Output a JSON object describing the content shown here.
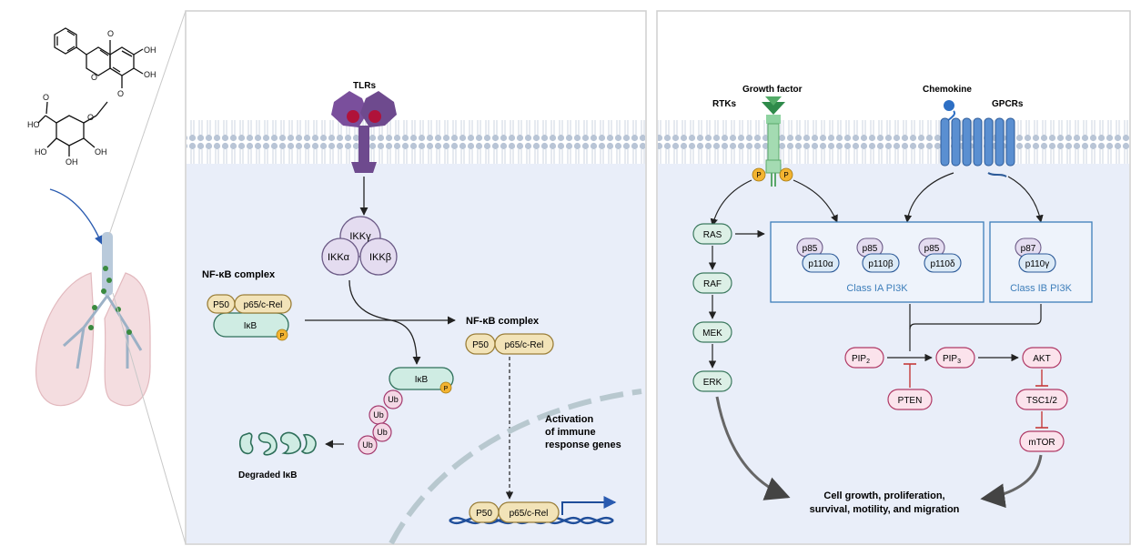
{
  "compound": {
    "atom_labels": [
      "O",
      "O",
      "OH",
      "OH",
      "O",
      "O",
      "HO",
      "O",
      "HO",
      "OH",
      "OH"
    ]
  },
  "nfkb_panel": {
    "tlrs": "TLRs",
    "ikk_gamma": "IKKγ",
    "ikk_alpha": "IKKα",
    "ikk_beta": "IKKβ",
    "complex_title": "NF-κB complex",
    "p50": "P50",
    "p65": "p65/c-Rel",
    "ikb": "IκB",
    "phospho": "P",
    "released_title": "NF-κB complex",
    "ub": "Ub",
    "degraded": "Degraded IκB",
    "activation_line1": "Activation",
    "activation_line2": "of immune",
    "activation_line3": "response genes"
  },
  "pi3k_panel": {
    "growth_factor": "Growth factor",
    "rtks": "RTKs",
    "chemokine": "Chemokine",
    "gpcrs": "GPCRs",
    "phospho": "P",
    "ras": "RAS",
    "raf": "RAF",
    "mek": "MEK",
    "erk": "ERK",
    "p85": "p85",
    "p110a": "p110α",
    "p110b": "p110β",
    "p110d": "p110δ",
    "class_ia": "Class IA PI3K",
    "p87": "p87",
    "p110g": "p110γ",
    "class_ib": "Class IB PI3K",
    "pip2_main": "PIP",
    "pip2_sub": "2",
    "pip3_main": "PIP",
    "pip3_sub": "3",
    "pten": "PTEN",
    "akt": "AKT",
    "tsc": "TSC1/2",
    "mtor": "mTOR",
    "outcome_line1": "Cell growth, proliferation,",
    "outcome_line2": "survival, motility, and migration"
  },
  "colors": {
    "cytoplasm": "#e9eef9",
    "membrane_head": "#b8c4d6",
    "tlr": "#6e4a8e",
    "tlr_core": "#b0123a",
    "ikk_fill": "#e4dcf0",
    "ikk_stroke": "#6b5a86",
    "p50_fill": "#f2e3b8",
    "p50_stroke": "#9b7f3a",
    "ikb_fill": "#cfece3",
    "ikb_stroke": "#2e6f5a",
    "phospho": "#f3b431",
    "ub_fill": "#f4d7e5",
    "ub_stroke": "#a33a6e",
    "green_node": "#dcefe6",
    "green_stroke": "#3d7a60",
    "pi3k_box": "#3d7eba",
    "receptor_green": "#5aa86a",
    "gpcr": "#3f73b8",
    "pink_fill": "#fbe3ec",
    "pink_stroke": "#b03a66",
    "inhibit": "#c43a3a",
    "dna": "#1f4e9a"
  }
}
